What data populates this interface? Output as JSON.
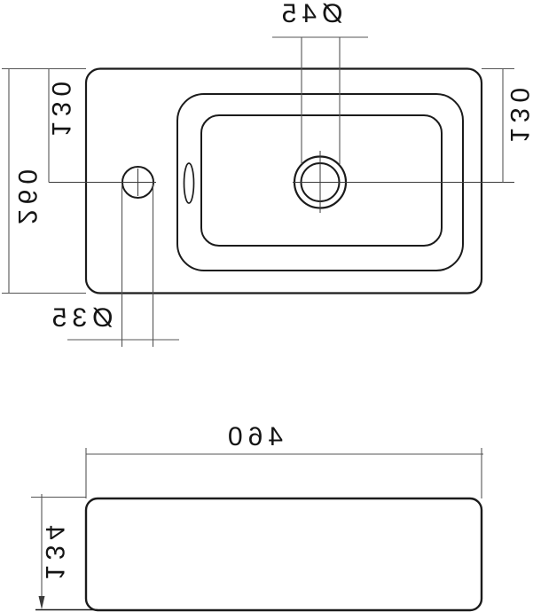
{
  "drawing": {
    "kind": "washbasin technical drawing, two orthographic views, mirrored text",
    "views": {
      "plan": "top view with basin, overflow slot, faucet hole and drain",
      "front": "front elevation of basin body"
    }
  },
  "dims": {
    "drain_dia": "Ø45",
    "offset_left": "130",
    "offset_right": "130",
    "depth": "260",
    "faucet_dia": "Ø35",
    "width": "460",
    "height": "134"
  },
  "colors": {
    "background": "#ffffff",
    "outline": "#1b1b1b",
    "dimension_line": "#555555",
    "centerline": "#3a3a3a",
    "text": "#141414"
  }
}
